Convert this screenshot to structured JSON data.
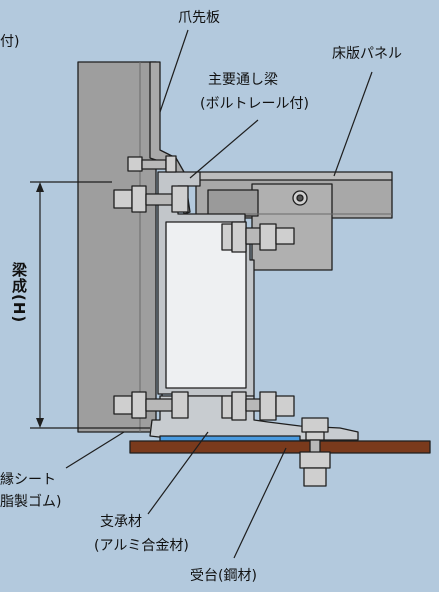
{
  "labels": {
    "tsume": "爪先板",
    "beam_line1": "主要通し梁",
    "beam_line2": "(ボルトレール付)",
    "floor_panel": "床版パネル",
    "left_top_fragment": "付)",
    "beam_height": "梁成(H)",
    "sheet_line1": "縁シート",
    "sheet_line2": "脂製ゴム)",
    "bearing_line1": "支承材",
    "bearing_line2": "(アルミ合金材)",
    "base_plate": "受台(鋼材)"
  },
  "colors": {
    "background": "#b3c9dd",
    "steel_gray": "#9c9c9c",
    "aluminum": "#c2c6ca",
    "rubber_sheet": "#4a9be0",
    "steel_base": "#7a3a1c",
    "outline": "#1e1e1e"
  }
}
